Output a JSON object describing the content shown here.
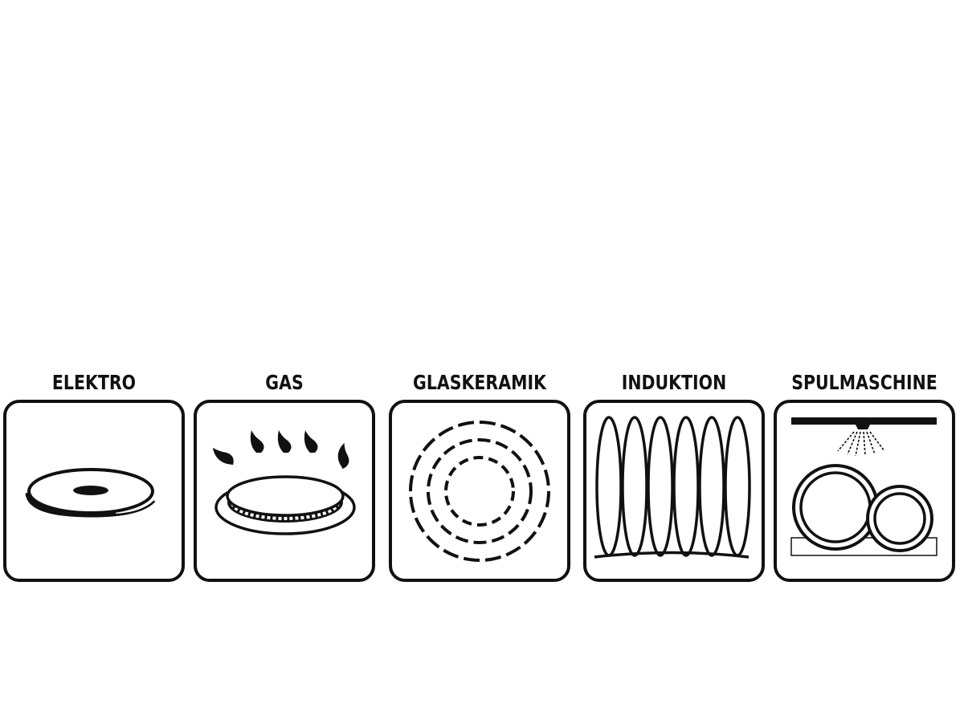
{
  "items": [
    {
      "label": "ELEKTRO",
      "icon": "electric-hotplate-icon"
    },
    {
      "label": "GAS",
      "icon": "gas-burner-icon"
    },
    {
      "label": "GLASKERAMIK",
      "icon": "ceramic-glass-hob-icon"
    },
    {
      "label": "INDUKTION",
      "icon": "induction-coil-icon"
    },
    {
      "label": "SPULMASCHINE",
      "icon": "dishwasher-icon"
    }
  ],
  "colors": {
    "stroke": "#111111",
    "background": "#ffffff"
  }
}
